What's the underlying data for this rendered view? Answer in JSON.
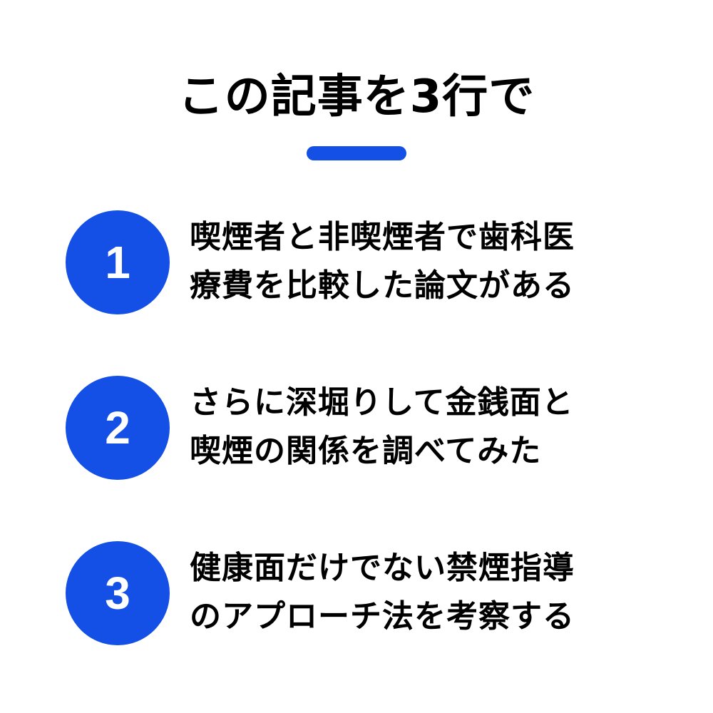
{
  "title": "この記事を3行で",
  "accent_color": "#1450E6",
  "items": [
    {
      "number": "1",
      "line1": "喫煙者と非喫煙者で歯科医",
      "line2": "療費を比較した論文がある"
    },
    {
      "number": "2",
      "line1": "さらに深堀りして金銭面と",
      "line2": "喫煙の関係を調べてみた"
    },
    {
      "number": "3",
      "line1": "健康面だけでない禁煙指導",
      "line2": "のアプローチ法を考察する"
    }
  ]
}
